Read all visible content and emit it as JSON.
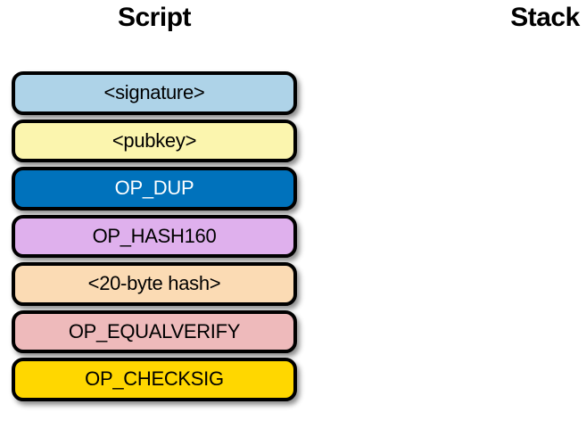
{
  "headers": {
    "script": "Script",
    "stack": "Stack"
  },
  "script_column": {
    "items": [
      {
        "id": "signature",
        "label": "<signature>",
        "bg": "#aed3e8",
        "fg": "#000000"
      },
      {
        "id": "pubkey",
        "label": "<pubkey>",
        "bg": "#fbf5ae",
        "fg": "#000000"
      },
      {
        "id": "op-dup",
        "label": "OP_DUP",
        "bg": "#0072bc",
        "fg": "#ffffff"
      },
      {
        "id": "op-hash160",
        "label": "OP_HASH160",
        "bg": "#dfb0ed",
        "fg": "#000000"
      },
      {
        "id": "20-byte-hash",
        "label": "<20-byte hash>",
        "bg": "#fbdbb4",
        "fg": "#000000"
      },
      {
        "id": "op-equalverify",
        "label": "OP_EQUALVERIFY",
        "bg": "#eebabb",
        "fg": "#000000"
      },
      {
        "id": "op-checksig",
        "label": "OP_CHECKSIG",
        "bg": "#ffd700",
        "fg": "#000000"
      }
    ]
  },
  "stack_column": {
    "items": []
  },
  "colors": {
    "background": "#ffffff",
    "box_border": "#000000",
    "heading_text": "#000000"
  }
}
